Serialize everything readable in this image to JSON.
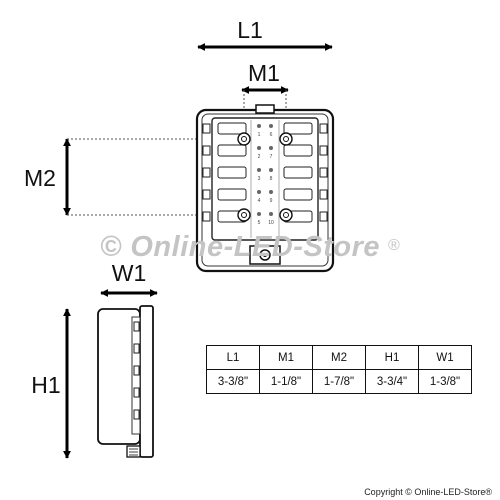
{
  "dimension_labels": {
    "L1": "L1",
    "M1": "M1",
    "M2": "M2",
    "H1": "H1",
    "W1": "W1"
  },
  "fuse_numbers": [
    "1",
    "2",
    "3",
    "4",
    "5",
    "6",
    "7",
    "8",
    "9",
    "10"
  ],
  "watermark": {
    "text": "© Online-LED-Store",
    "registered": "®"
  },
  "table": {
    "headers": [
      "L1",
      "M1",
      "M2",
      "H1",
      "W1"
    ],
    "values": [
      "3-3/8\"",
      "1-1/8\"",
      "1-7/8\"",
      "3-3/4\"",
      "1-3/8\""
    ]
  },
  "copyright": "Copyright © Online-LED-Store®"
}
